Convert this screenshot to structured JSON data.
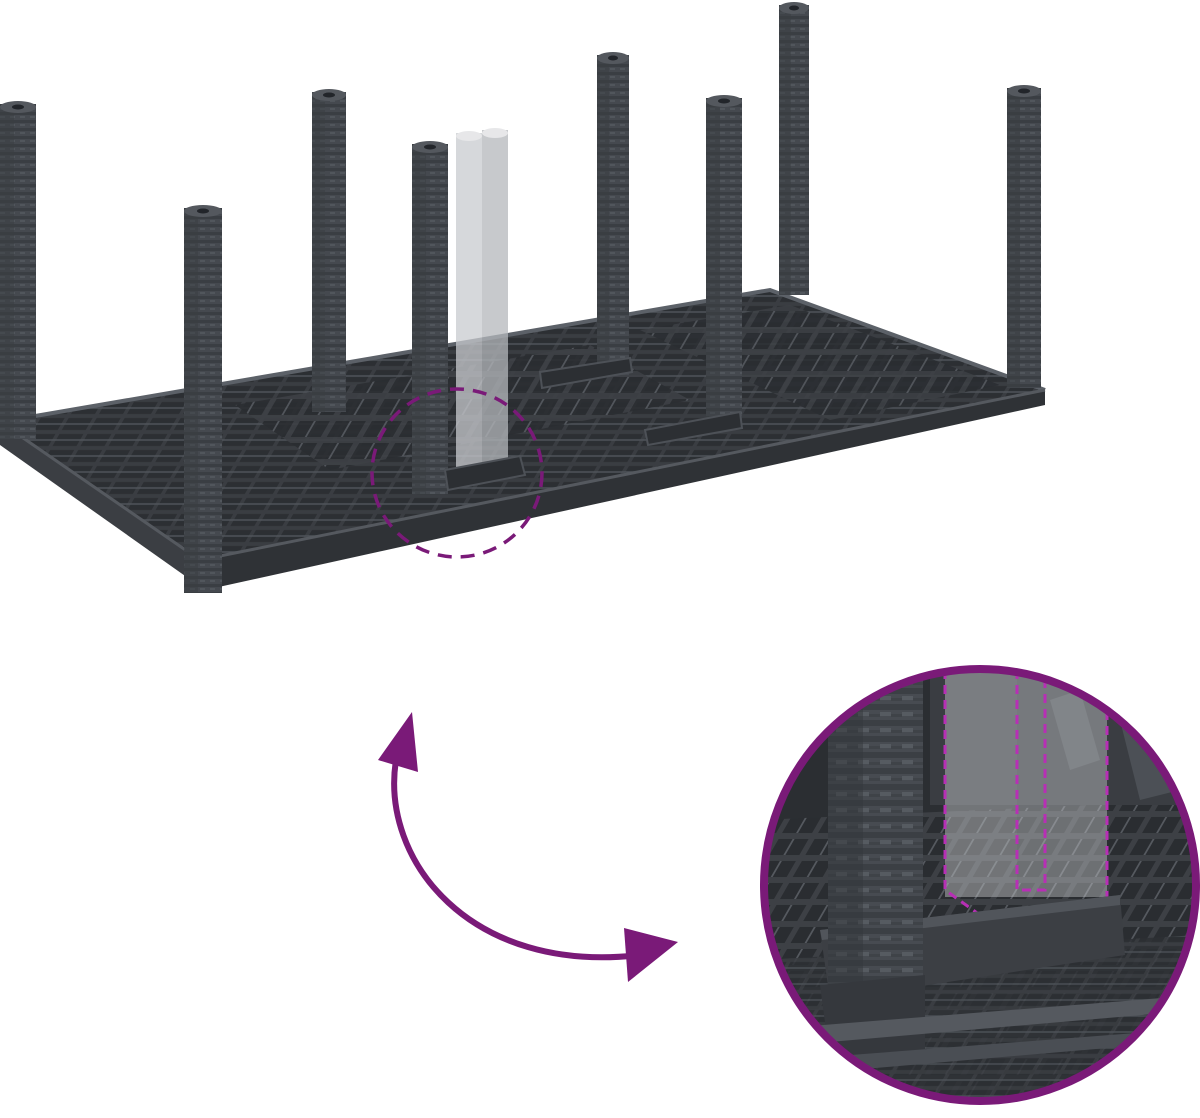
{
  "illustration": {
    "subject": "",
    "colors": {
      "background": "#ffffff",
      "plastic_dark": "#3a3d42",
      "plastic_mid": "#4a4e54",
      "plastic_light": "#5c6168",
      "ghost_post": "#c9cbcf",
      "accent_purple": "#7a1a78"
    },
    "icons": [
      "highlight-circle",
      "magnifier-detail",
      "rotate-arrow"
    ]
  }
}
